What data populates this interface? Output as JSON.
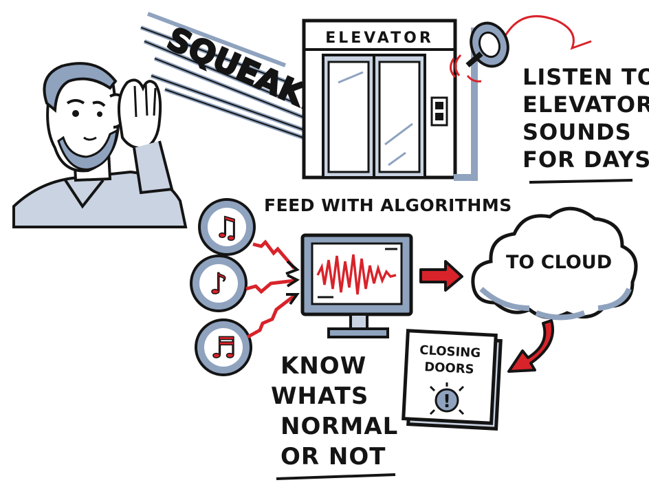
{
  "elevator": {
    "label": "ELEVATOR"
  },
  "squeak": {
    "label": "SQUEAK!"
  },
  "listen": {
    "lines": [
      "LISTEN TO",
      "ELEVATOR",
      "SOUNDS",
      "FOR DAYS"
    ]
  },
  "feed": {
    "label": "FEED WITH ALGORITHMS"
  },
  "cloud": {
    "label": "TO CLOUD"
  },
  "alert": {
    "lines": [
      "CLOSING",
      "DOORS"
    ],
    "symbol": "!"
  },
  "know": {
    "lines": [
      "KNOW",
      "WHATS",
      "NORMAL",
      "OR NOT"
    ]
  },
  "colors": {
    "ink": "#141414",
    "accent": "#d8232a",
    "shade": "#8fa3bf",
    "light": "#c9d3e2"
  }
}
